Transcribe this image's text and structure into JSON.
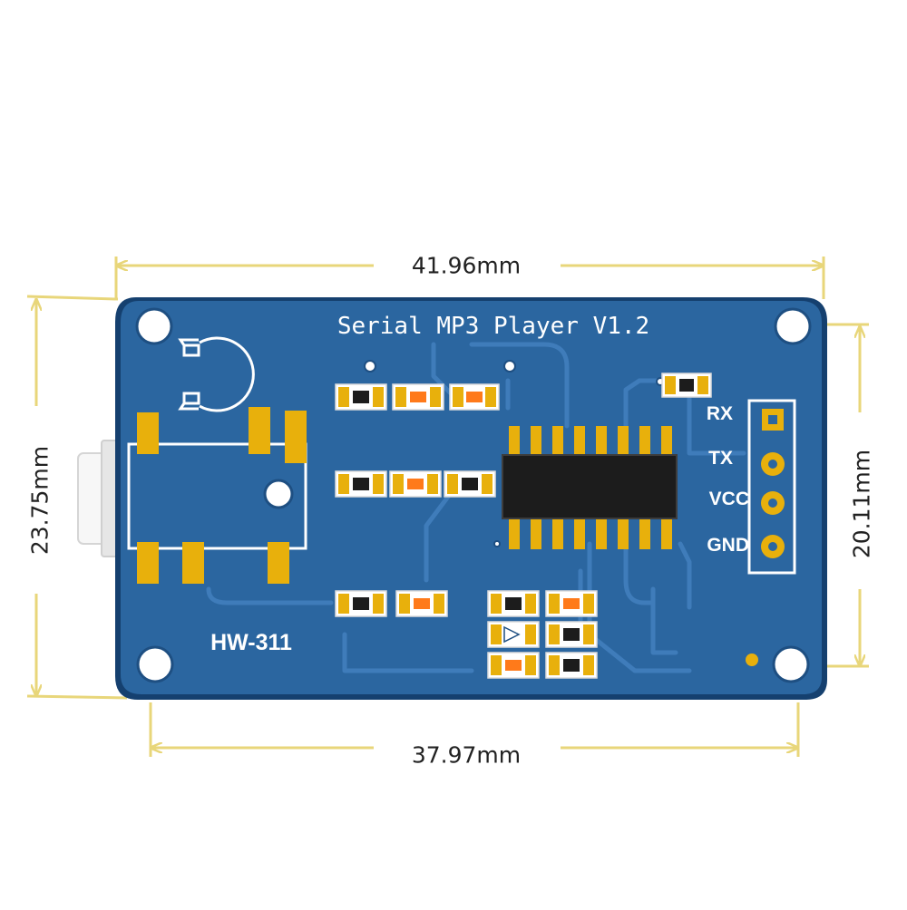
{
  "board": {
    "title": "Serial MP3 Player V1.2",
    "model": "HW-311",
    "pins": [
      "RX",
      "TX",
      "VCC",
      "GND"
    ]
  },
  "dimensions": {
    "top_width": "41.96mm",
    "bottom_width": "37.97mm",
    "left_height": "23.75mm",
    "right_height": "20.11mm"
  },
  "colors": {
    "board": "#2b66a0",
    "edge": "#15406f",
    "trace": "#3a78b5",
    "pad": "#e8b00c",
    "silkscreen": "#ffffff",
    "dimension_line": "#e8d67a",
    "ic_body": "#1c1c1c",
    "component_orange": "#ff7a1a"
  }
}
